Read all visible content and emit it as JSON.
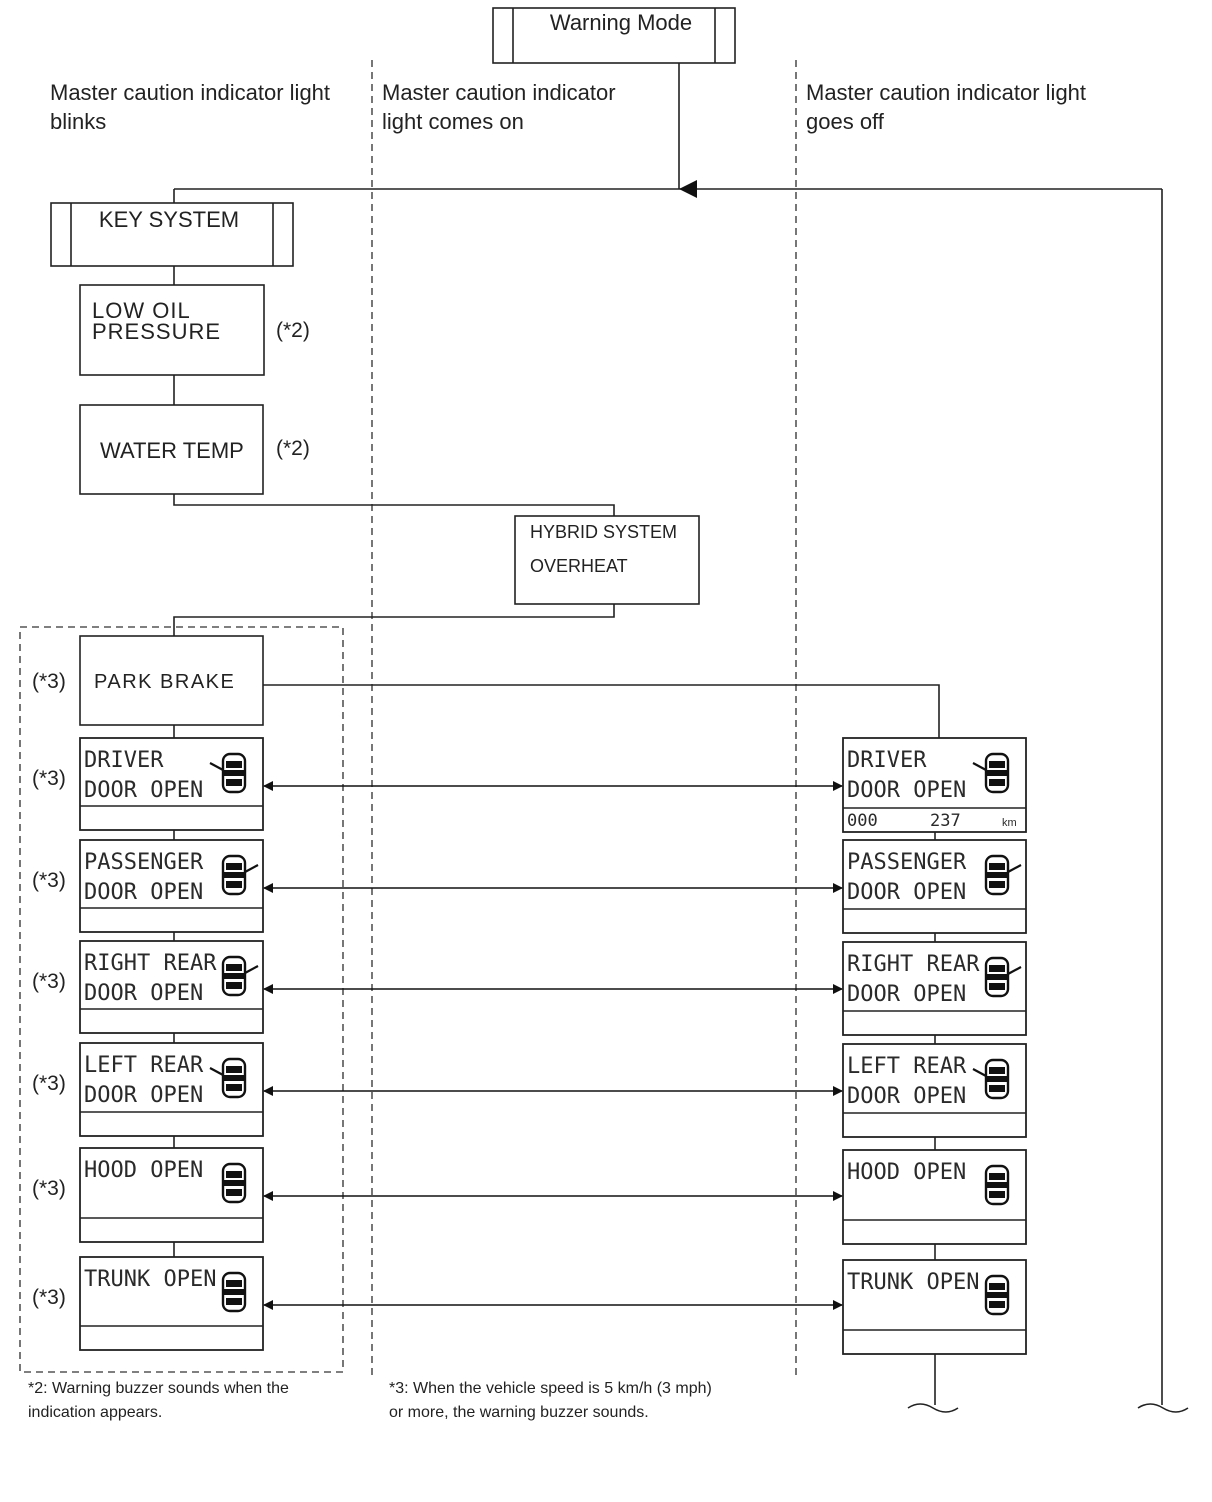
{
  "title": "Warning Mode",
  "columns": {
    "blinks": [
      "Master caution indicator light",
      "blinks"
    ],
    "comes_on": [
      "Master caution indicator",
      "light comes on"
    ],
    "goes_off": [
      "Master caution indicator light",
      "goes off"
    ]
  },
  "boxes": {
    "key_system": "KEY SYSTEM",
    "low_oil": [
      "LOW  OIL",
      "PRESSURE"
    ],
    "water_temp": "WATER TEMP",
    "hybrid": [
      "HYBRID SYSTEM",
      "OVERHEAT"
    ],
    "park_brake": "PARK  BRAKE"
  },
  "marks": {
    "star2": "(*2)",
    "star3": "(*3)"
  },
  "displays": [
    {
      "line1": "DRIVER",
      "line2": "DOOR  OPEN"
    },
    {
      "line1": "PASSENGER",
      "line2": "DOOR  OPEN"
    },
    {
      "line1": "RIGHT REAR",
      "line2": "DOOR  OPEN"
    },
    {
      "line1": "LEFT REAR",
      "line2": "DOOR  OPEN"
    },
    {
      "line1": "HOOD OPEN",
      "line2": ""
    },
    {
      "line1": "TRUNK OPEN",
      "line2": ""
    }
  ],
  "odometer": {
    "left": "000",
    "value": "237",
    "unit": "km"
  },
  "notes": {
    "n2": [
      "*2: Warning buzzer sounds when the",
      "indication appears."
    ],
    "n3": [
      "*3: When the vehicle speed is 5 km/h (3 mph)",
      "or more, the warning buzzer sounds."
    ]
  }
}
